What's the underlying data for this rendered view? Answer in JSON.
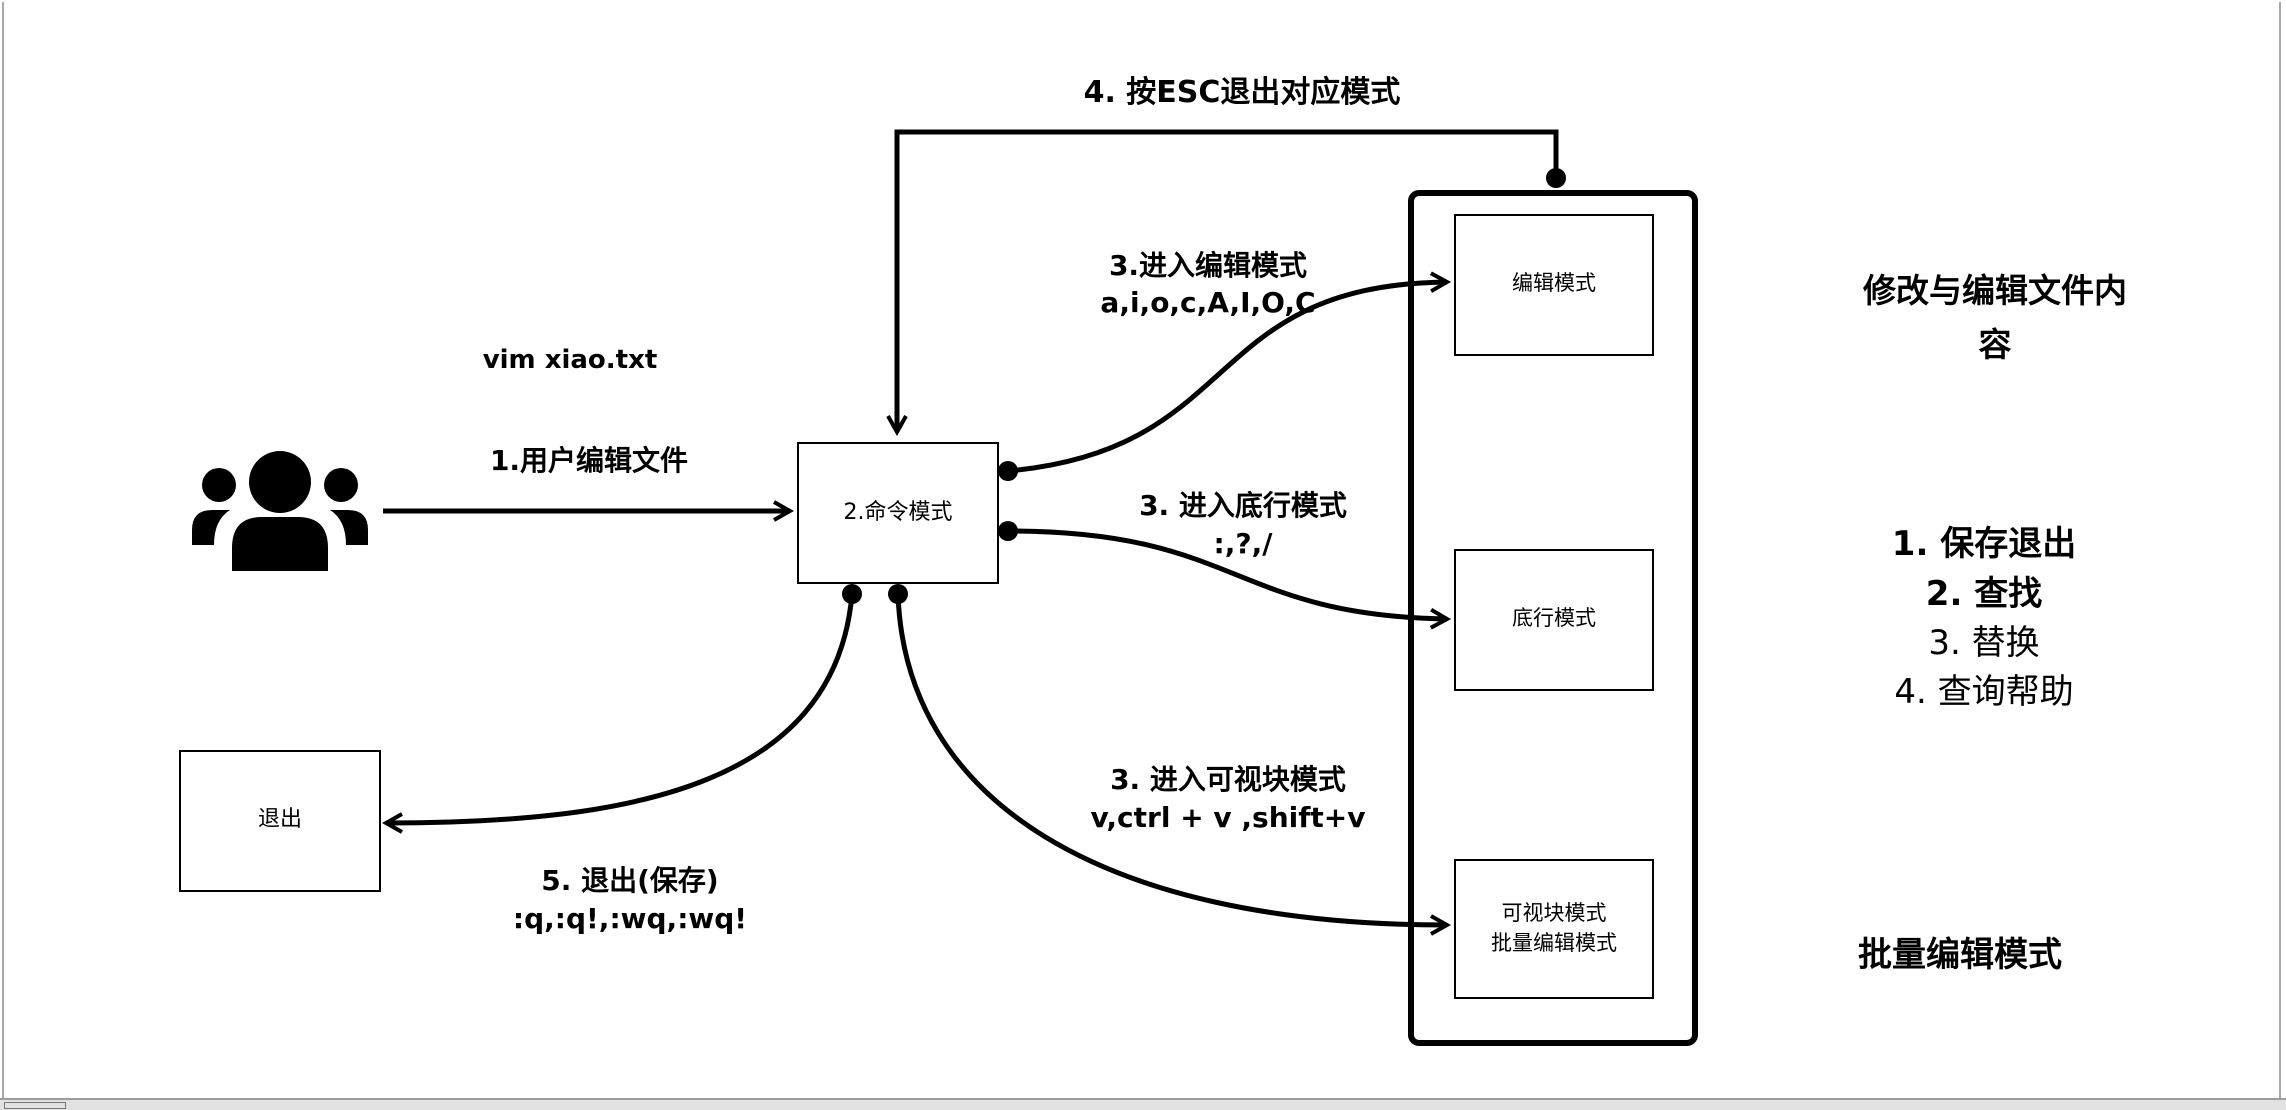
{
  "command_line": "vim xiao.txt",
  "nodes": {
    "command_mode": "2.命令模式",
    "edit_mode": "编辑模式",
    "bottom_line_mode": "底行模式",
    "visual_mode_line1": "可视块模式",
    "visual_mode_line2": "批量编辑模式",
    "exit": "退出"
  },
  "edges": {
    "user_edit": "1.用户编辑文件",
    "enter_edit_line1": "3.进入编辑模式",
    "enter_edit_line2": "a,i,o,c,A,I,O,C",
    "enter_bottom_line1": "3. 进入底行模式",
    "enter_bottom_line2": ":,?,/",
    "enter_visual_line1": "3. 进入可视块模式",
    "enter_visual_line2": "v,ctrl + v ,shift+v",
    "esc_back": "4. 按ESC退出对应模式",
    "exit_line1": "5. 退出(保存)",
    "exit_line2": ":q,:q!,:wq,:wq!"
  },
  "side_notes": {
    "edit_desc_line1": "修改与编辑文件内",
    "edit_desc_line2": "容",
    "bottom_items": [
      "1. 保存退出",
      "2. 查找",
      "3. 替换",
      "4. 查询帮助"
    ],
    "visual_desc": "批量编辑模式"
  },
  "icons": {
    "user": "users-group-icon"
  }
}
